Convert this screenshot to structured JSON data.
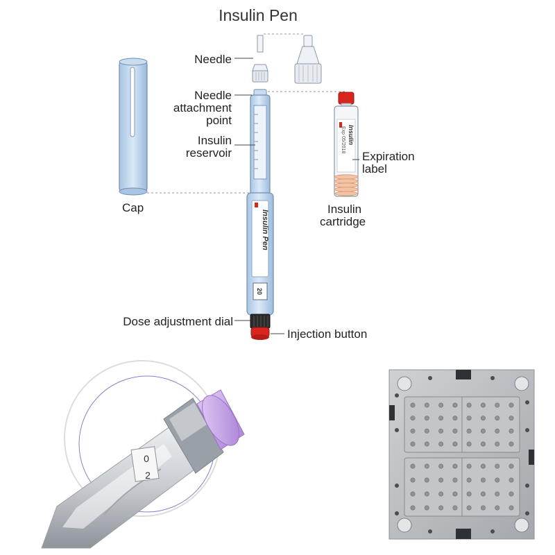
{
  "diagram": {
    "title": "Insulin Pen",
    "labels": {
      "needle": "Needle",
      "needle_attach_1": "Needle",
      "needle_attach_2": "attachment",
      "needle_attach_3": "point",
      "reservoir_1": "Insulin",
      "reservoir_2": "reservoir",
      "cap": "Cap",
      "expiration_1": "Expiration",
      "expiration_2": "label",
      "cartridge_1": "Insulin",
      "cartridge_2": "cartridge",
      "dose_dial": "Dose adjustment dial",
      "injection_button": "Injection button"
    },
    "pen_body_text": "Insulin Pen",
    "cartridge_text_1": "Insulin",
    "cartridge_text_2": "Exp 05/2018",
    "dose_window_value": "20"
  },
  "closeup": {
    "dial_numbers": [
      "0",
      "2"
    ]
  },
  "colors": {
    "pen_blue": "#b9d3ec",
    "pen_outline": "#6f8fb0",
    "cap_red": "#d8261f",
    "dial_black": "#2a2a2a",
    "button_lilac": "#c7a4e6",
    "mold_gray": "#b7babd"
  }
}
